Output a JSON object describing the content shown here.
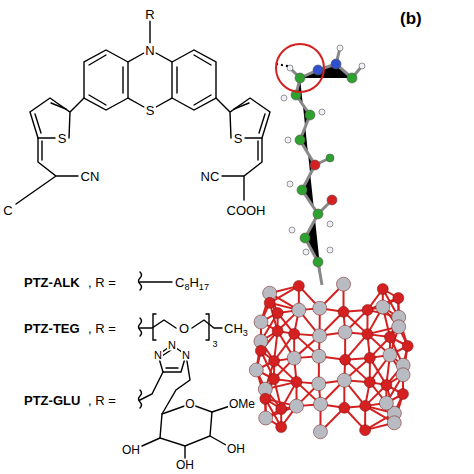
{
  "diagram": {
    "labels": [
      "(b)",
      "R",
      "N",
      "S",
      "S",
      "S",
      "CN",
      "C",
      "NC",
      "COOH",
      "PTZ-ALK",
      ", R =",
      "C8H17",
      "PTZ-TEG",
      ", R =",
      "O",
      "3",
      "CH3",
      "PTZ-GLU",
      ", R =",
      "N",
      "N",
      "N",
      "O",
      "OMe",
      "OH",
      "OH",
      "OH"
    ]
  }
}
